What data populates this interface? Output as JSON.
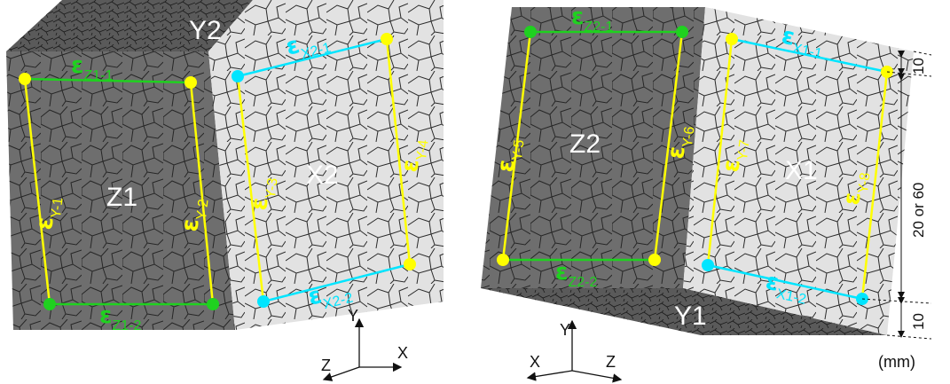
{
  "colors": {
    "z_face": "#6e6e6e",
    "x_face": "#e2e2e2",
    "y_face": "#5a5a5a",
    "green": "#1fd11f",
    "yellow": "#ffff00",
    "cyan": "#00e5ff",
    "grain_line": "#1c1c1c"
  },
  "faces": {
    "z1": "Z1",
    "x2": "X2",
    "y2": "Y2",
    "z2": "Z2",
    "x1": "X1",
    "y1": "Y1"
  },
  "gauges": {
    "symbol": "ε",
    "z1_1": "Z1-1",
    "z1_2": "Z1-2",
    "y_1": "Y-1",
    "y_2": "Y-2",
    "y_3": "Y-3",
    "y_4": "Y-4",
    "x2_1": "X2-1",
    "x2_2": "X2-2",
    "z2_1": "Z2-1",
    "z2_2": "Z2-2",
    "y_5": "Y-5",
    "y_6": "Y-6",
    "y_7": "Y-7",
    "y_8": "Y-8",
    "x1_1": "X1-1",
    "x1_2": "X1-2"
  },
  "axes": {
    "left": {
      "y": "Y",
      "x": "X",
      "z": "Z"
    },
    "right": {
      "y": "Y",
      "x": "X",
      "z": "Z"
    }
  },
  "dimensions": {
    "top": "10",
    "middle": "20 or 60",
    "bottom": "10",
    "unit": "(mm)"
  }
}
